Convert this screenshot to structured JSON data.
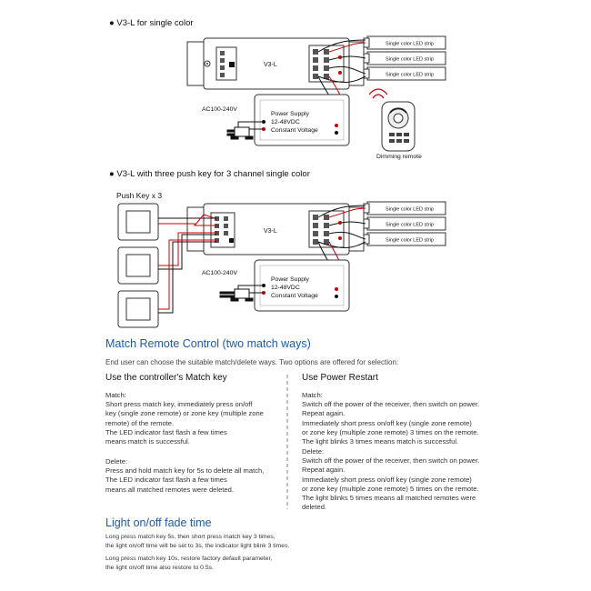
{
  "diagram1": {
    "bullet": "●",
    "title": "V3-L for single color",
    "controller_label": "V3-L",
    "strips": [
      "Single color LED strip",
      "Single color LED strip",
      "Single color LED strip"
    ],
    "ac_label": "AC100-240V",
    "power_supply": [
      "Power Supply",
      "12-48VDC",
      "Constant Voltage"
    ],
    "remote_label": "Dimming remote"
  },
  "diagram2": {
    "bullet": "●",
    "title": "V3-L with three push key for 3 channel single color",
    "push_key_label": "Push Key x 3",
    "controller_label": "V3-L",
    "strips": [
      "Single color LED strip",
      "Single color LED strip",
      "Single color LED strip"
    ],
    "ac_label": "AC100-240V",
    "power_supply": [
      "Power Supply",
      "12-48VDC",
      "Constant Voltage"
    ]
  },
  "match": {
    "heading": "Match Remote Control (two match ways)",
    "intro": "End user can choose the suitable match/delete ways. Two options are offered for selection:",
    "left": {
      "title": "Use the controller's Match key",
      "match_label": "Match:",
      "match_lines": [
        "Short press match key, immediately press on/off",
        "key (single zone remote) or zone key (multiple zone",
        "remote) of the remote.",
        "The LED indicator fast flash a few times",
        "means match is successful."
      ],
      "delete_label": "Delete:",
      "delete_lines": [
        "Press and hold match key for 5s to delete all match,",
        "The LED indicator fast flash a few times",
        "means all matched remotes were deleted."
      ]
    },
    "right": {
      "title": "Use Power Restart",
      "match_label": "Match:",
      "match_lines": [
        "Switch off the power of the receiver, then switch on power.",
        "Repeat again.",
        "Immediately short press on/off key (single zone remote)",
        "or zone key (multiple zone remote) 3 times on the remote.",
        "The light blinks 3 times means match is successful."
      ],
      "delete_label": "Delete:",
      "delete_lines": [
        "Switch off the power of the receiver, then switch on power.",
        "Repeat again.",
        "Immediately short press on/off key (single zone remote)",
        "or zone key (multiple zone remote) 5 times on the remote.",
        "The light blinks 5 times means all matched remotes were",
        "deleted."
      ]
    }
  },
  "fade": {
    "heading": "Light on/off fade time",
    "para1": [
      "Long press match key 5s, then short press match key 3 times,",
      "the light on/off time will be set to 3s, the indicator light blink 3 times."
    ],
    "para2": [
      "Long press match key 10s, restore factory default parameter,",
      "the light on/off time also restore to 0.5s."
    ]
  }
}
